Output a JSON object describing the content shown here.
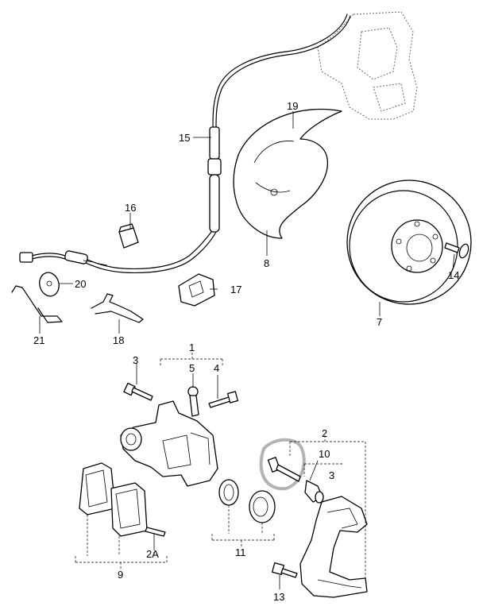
{
  "labels": {
    "l1": "1",
    "l2": "2",
    "l2a": "2A",
    "l3a": "3",
    "l3b": "3",
    "l4": "4",
    "l5": "5",
    "l7": "7",
    "l8": "8",
    "l9": "9",
    "l10": "10",
    "l11": "11",
    "l13": "13",
    "l14": "14",
    "l15": "15",
    "l16": "16",
    "l17": "17",
    "l18": "18",
    "l19": "19",
    "l20": "20",
    "l21": "21"
  },
  "colors": {
    "line": "#000000",
    "ghost": "#666666",
    "highlight": "#999999"
  }
}
